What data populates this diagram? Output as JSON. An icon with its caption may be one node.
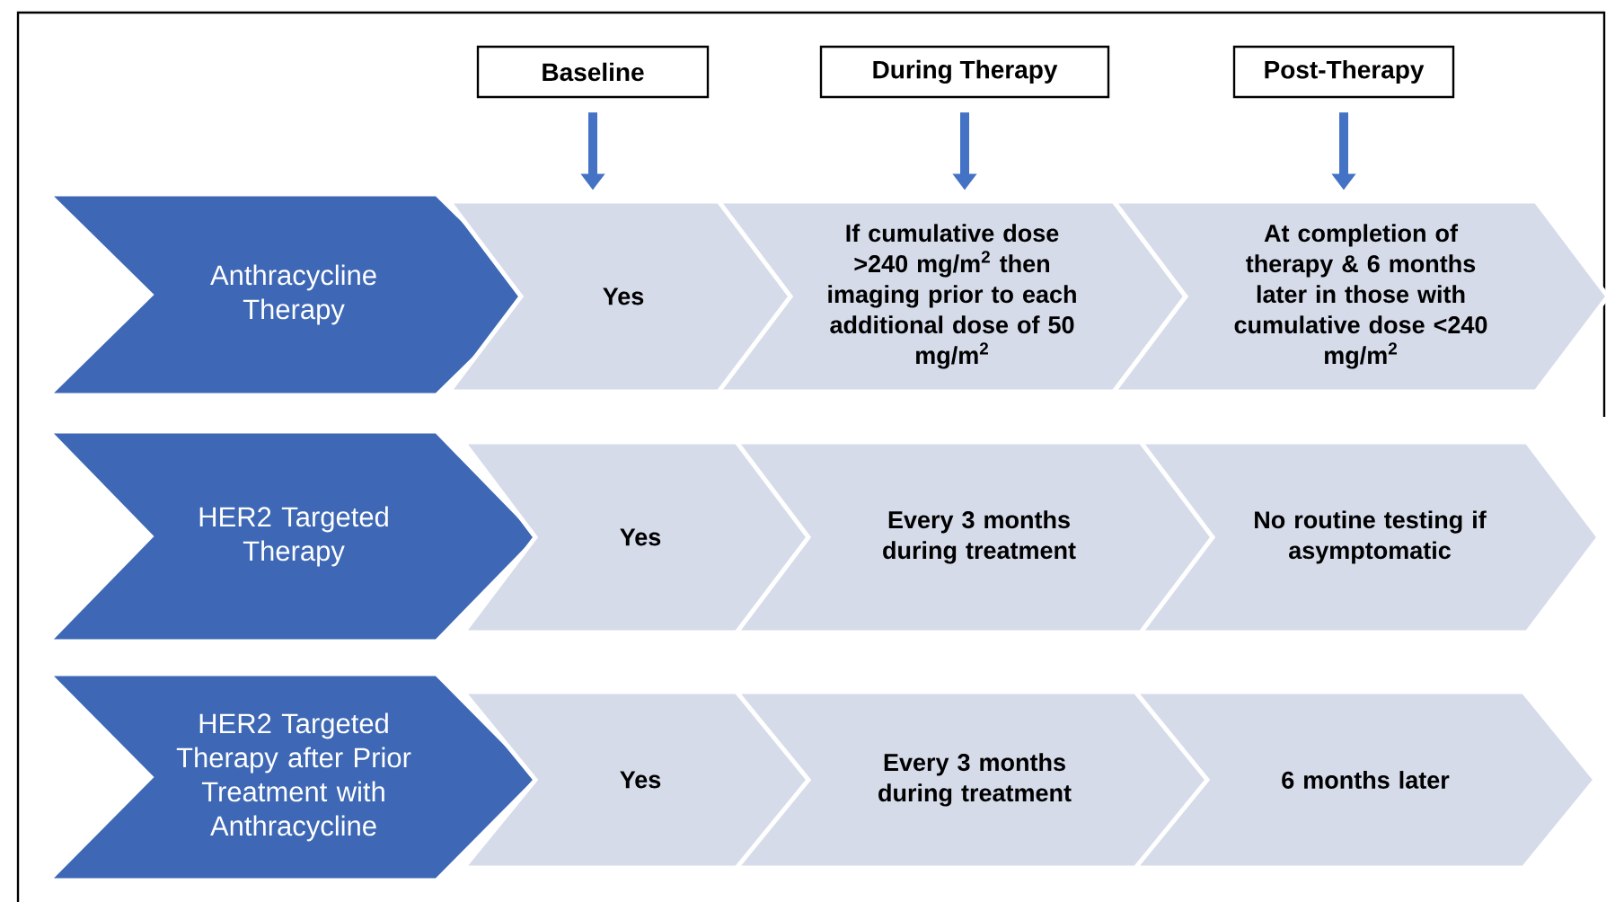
{
  "diagram": {
    "nodes": [
      {
        "text": [
          "Baseline"
        ]
      },
      {
        "text": [
          "During Therapy"
        ]
      },
      {
        "text": [
          "Post-Therapy"
        ]
      },
      {
        "text": [
          "Anthracycline Therapy"
        ]
      },
      {
        "text": [
          "Yes"
        ]
      },
      {
        "text": [
          "If cumulative dose >240 mg/m$^{2}$ then imaging prior to each additional dose of 50 mg/m$^{2}$"
        ]
      },
      {
        "text": [
          "At completion of therapy & 6 months later in those with cumulative dose <240 mg/m$^{2}$"
        ]
      },
      {
        "text": [
          "HER2 Targeted Therapy"
        ]
      },
      {
        "text": [
          "Yes"
        ]
      },
      {
        "text": [
          "Every 3 months during treatment"
        ]
      },
      {
        "text": [
          "No routine testing if asymptomatic"
        ]
      },
      {
        "text": [
          "HER2 Targeted Therapy after Prior Treatment with Anthracycline"
        ]
      },
      {
        "text": [
          "Yes"
        ]
      },
      {
        "text": [
          "Every 3 months during treatment"
        ]
      },
      {
        "text": [
          "6 months later"
        ]
      }
    ],
    "edges": [
      {
        "from": 0,
        "to": 4,
        "arrow": "to"
      },
      {
        "from": 1,
        "to": 5,
        "arrow": "to"
      },
      {
        "from": 2,
        "to": 6,
        "arrow": "to"
      }
    ]
  }
}
